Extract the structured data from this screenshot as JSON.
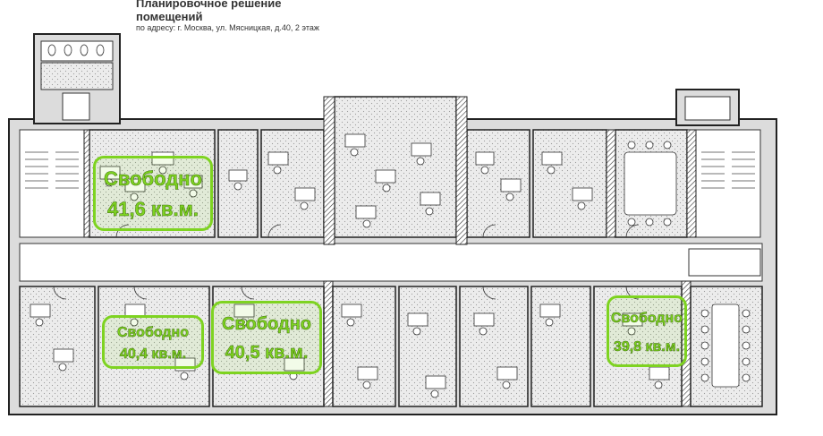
{
  "header": {
    "title_line1": "Планировочное решение",
    "title_line2": "помещений",
    "address": "по адресу: г. Москва, ул. Мясницкая, д.40, 2 этаж"
  },
  "offices": [
    {
      "status": "Свободно",
      "area": "41,6 кв.м."
    },
    {
      "status": "Свободно",
      "area": "40,4 кв.м."
    },
    {
      "status": "Свободно",
      "area": "40,5 кв.м."
    },
    {
      "status": "Свободно",
      "area": "39,8 кв.м."
    }
  ],
  "colors": {
    "highlight": "#7ed321",
    "wall": "#222222",
    "room_fill": "#ebebeb",
    "corridor_fill": "#ffffff"
  },
  "icons": [
    "table-icon",
    "chair-icon",
    "stairs-icon",
    "toilet-icon",
    "door-icon"
  ]
}
